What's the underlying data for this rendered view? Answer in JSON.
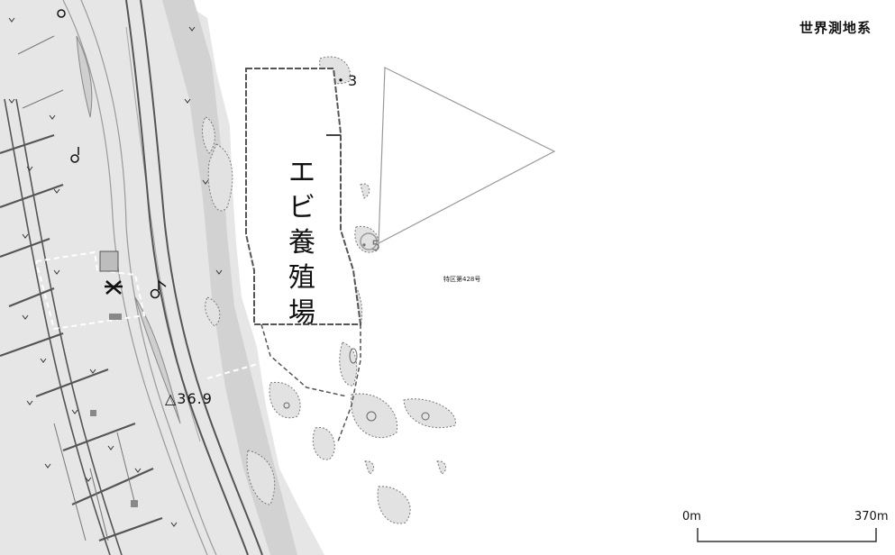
{
  "map": {
    "datum_label": "世界測地系",
    "area_label": [
      "エ",
      "ビ",
      "養",
      "殖",
      "場"
    ],
    "point_3_label": "・3",
    "point_5_label": "・5",
    "zone_label": "特区第428号",
    "elevation_label": "△36.9",
    "scale": {
      "start_label": "0m",
      "end_label": "370m"
    },
    "colors": {
      "land": "#e6e6e6",
      "land_dark": "#c9c9c9",
      "contour": "#8a8a8a",
      "road": "#555555",
      "boundary": "#444444",
      "water": "#ffffff"
    },
    "symbols": [
      "shrine-mark",
      "post-office-mark",
      "triangulation-point",
      "field-mark"
    ]
  }
}
